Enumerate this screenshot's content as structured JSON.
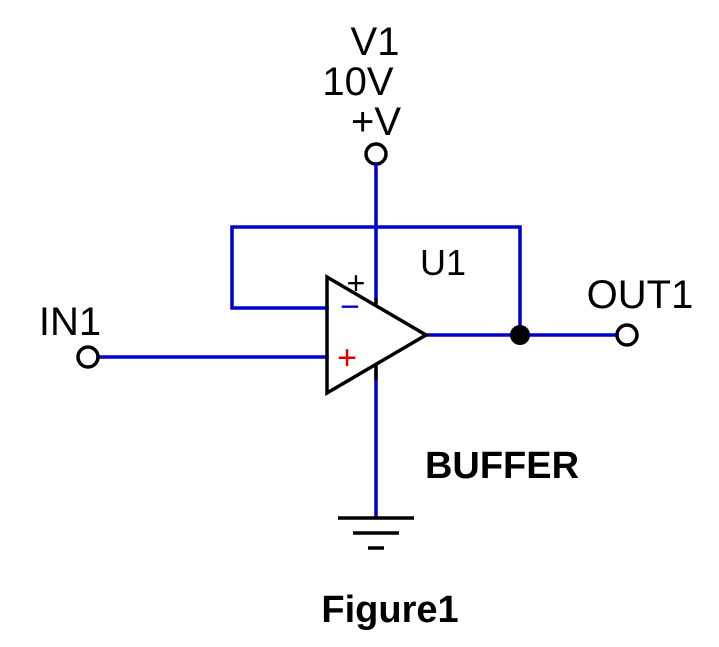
{
  "supply": {
    "name": "V1",
    "voltage": "10V",
    "rail": "+V"
  },
  "opamp": {
    "name": "U1",
    "inverting_sign": "−",
    "noninverting_sign": "+",
    "supply_sign": "+"
  },
  "ports": {
    "input": "IN1",
    "output": "OUT1"
  },
  "circuit_label": "BUFFER",
  "caption": "Figure1",
  "colors": {
    "wire": "#0000cc",
    "component": "#000000",
    "inverting_sign": "#0000cc",
    "noninverting_sign": "#dd0000"
  }
}
